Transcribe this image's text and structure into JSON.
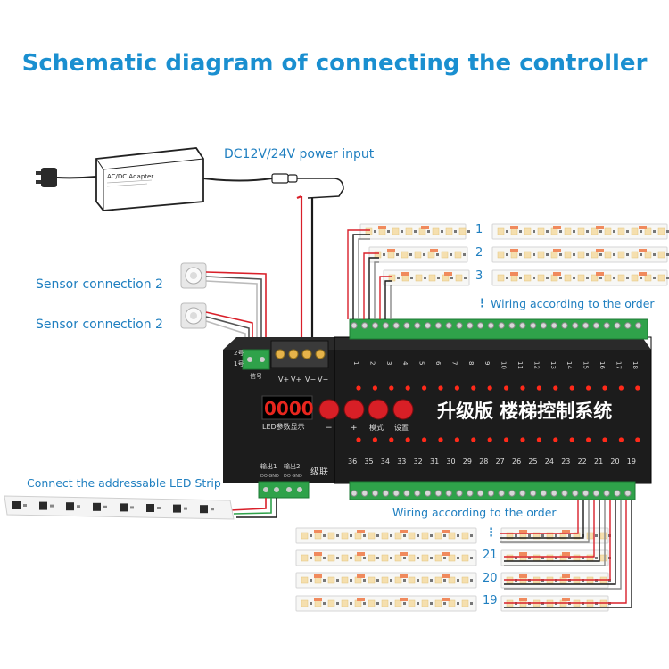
{
  "title": "Schematic diagram of connecting the controller",
  "power": {
    "label": "DC12V/24V power input",
    "adapter_text": "AC/DC Adapter"
  },
  "sensors": {
    "label_1": "Sensor connection 2",
    "label_2": "Sensor connection 2"
  },
  "led_strip_label": "Connect the addressable LED Strip",
  "wiring_top": "Wiring according to the order",
  "wiring_bottom": "Wiring according to the order",
  "channels_top_labels": [
    "1",
    "2",
    "3"
  ],
  "channels_bottom_labels": [
    "21",
    "20",
    "19"
  ],
  "ellipsis": "⋮",
  "controller": {
    "display": "0000",
    "display_caption": "LED参数显示",
    "buttons": [
      "−",
      "+",
      "模式",
      "设置"
    ],
    "name": "升级版 楼梯控制系统",
    "power_terminals": [
      "V+",
      "V+",
      "V−",
      "V−"
    ],
    "sensor_side": [
      "2号",
      "1号"
    ],
    "sensor_caption": "信号",
    "outputs": [
      "输出1",
      "输出2"
    ],
    "output_sub": [
      "DO GND",
      "DO GND"
    ],
    "cascade": "级联",
    "top_numbers": [
      "1",
      "2",
      "3",
      "4",
      "5",
      "6",
      "7",
      "8",
      "9",
      "10",
      "11",
      "12",
      "13",
      "14",
      "15",
      "16",
      "17",
      "18"
    ],
    "bottom_numbers": [
      "36",
      "35",
      "34",
      "33",
      "32",
      "31",
      "30",
      "29",
      "28",
      "27",
      "26",
      "25",
      "24",
      "23",
      "22",
      "21",
      "20",
      "19"
    ]
  },
  "colors": {
    "title": "#1a8fd0",
    "label": "#1f7fc0",
    "controller_body": "#1c1c1c",
    "terminal_green": "#2fa24a",
    "led_red": "#e8261e",
    "wire_red": "#d9202a",
    "wire_black": "#1a1a1a"
  }
}
